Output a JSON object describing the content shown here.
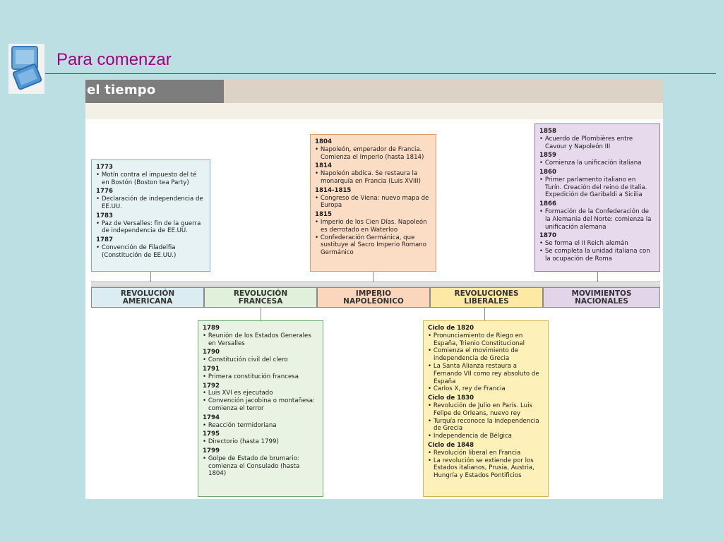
{
  "slide": {
    "title": "Para comenzar"
  },
  "figure": {
    "header": "el tiempo"
  },
  "timeline": [
    {
      "label": "REVOLUCIÓN\nAMERICANA",
      "color": "#dcedf1"
    },
    {
      "label": "REVOLUCIÓN\nFRANCESA",
      "color": "#e1f0db"
    },
    {
      "label": "IMPERIO\nNAPOLEÓNICO",
      "color": "#fbd6bc"
    },
    {
      "label": "REVOLUCIONES\nLIBERALES",
      "color": "#fde9a3"
    },
    {
      "label": "MOVIMIENTOS\nNACIONALES",
      "color": "#e2d5ea"
    }
  ],
  "boxes": {
    "american": [
      {
        "year": "1773",
        "items": [
          "Motín contra el impuesto del té en Bostón (Boston tea Party)"
        ]
      },
      {
        "year": "1776",
        "items": [
          "Declaración de independencia de EE.UU."
        ]
      },
      {
        "year": "1783",
        "items": [
          "Paz de Versalles: fin de la guerra de independencia de EE.UU."
        ]
      },
      {
        "year": "1787",
        "items": [
          "Convención de Filadelfia (Constitución de EE.UU.)"
        ]
      }
    ],
    "napoleon": [
      {
        "year": "1804",
        "items": [
          "Napoleón, emperador de Francia. Comienza el Imperio (hasta 1814)"
        ]
      },
      {
        "year": "1814",
        "items": [
          "Napoleón abdica. Se restaura la monarquía en Francia (Luis XVIII)"
        ]
      },
      {
        "year": "1814-1815",
        "items": [
          "Congreso de Viena: nuevo mapa de Europa"
        ]
      },
      {
        "year": "1815",
        "items": [
          "Imperio de los Cien Días. Napoleón es derrotado en Waterloo",
          "Confederación Germánica, que sustituye al Sacro Imperio Romano Germánico"
        ]
      }
    ],
    "national": [
      {
        "year": "1858",
        "items": [
          "Acuerdo de Plombières entre Cavour y Napoleón III"
        ]
      },
      {
        "year": "1859",
        "items": [
          "Comienza la unificación italiana"
        ]
      },
      {
        "year": "1860",
        "items": [
          "Primer parlamento italiano en Turín. Creación del reino de Italia. Expedición de Garibaldi a Sicilia"
        ]
      },
      {
        "year": "1866",
        "items": [
          "Formación de la Confederación de la Alemania del Norte: comienza la unificación alemana"
        ]
      },
      {
        "year": "1870",
        "items": [
          "Se forma el II Reich alemán",
          "Se completa la unidad italiana con la ocupación de Roma"
        ]
      }
    ],
    "french": [
      {
        "year": "1789",
        "items": [
          "Reunión de los Estados Generales en Versalles"
        ]
      },
      {
        "year": "1790",
        "items": [
          "Constitución civil del clero"
        ]
      },
      {
        "year": "1791",
        "items": [
          "Primera constitución francesa"
        ]
      },
      {
        "year": "1792",
        "items": [
          "Luis XVI es ejecutado",
          "Convención jacobina o montañesa: comienza el terror"
        ]
      },
      {
        "year": "1794",
        "items": [
          "Reacción termidoriana"
        ]
      },
      {
        "year": "1795",
        "items": [
          "Directorio (hasta 1799)"
        ]
      },
      {
        "year": "1799",
        "items": [
          "Golpe de Estado de brumario: comienza el Consulado (hasta 1804)"
        ]
      }
    ],
    "liberal": [
      {
        "year": "Ciclo de 1820",
        "items": [
          "Pronunciamiento de Riego en España, Trienio Constitucional",
          "Comienza el movimiento de independencia de Grecia",
          "La Santa Alianza restaura a Fernando VII como rey absoluto de España",
          "Carlos X, rey de Francia"
        ]
      },
      {
        "year": "Ciclo de 1830",
        "items": [
          "Revolución de Julio en París. Luis Felipe de Orleans, nuevo rey",
          "Turquía reconoce la independencia de Grecia",
          "Independencia de Bélgica"
        ]
      },
      {
        "year": "Ciclo de 1848",
        "items": [
          "Revolución liberal en Francia",
          "La revolución se extiende por los Estados italianos, Prusia, Austria, Hungría y Estados Pontificios"
        ]
      }
    ]
  }
}
